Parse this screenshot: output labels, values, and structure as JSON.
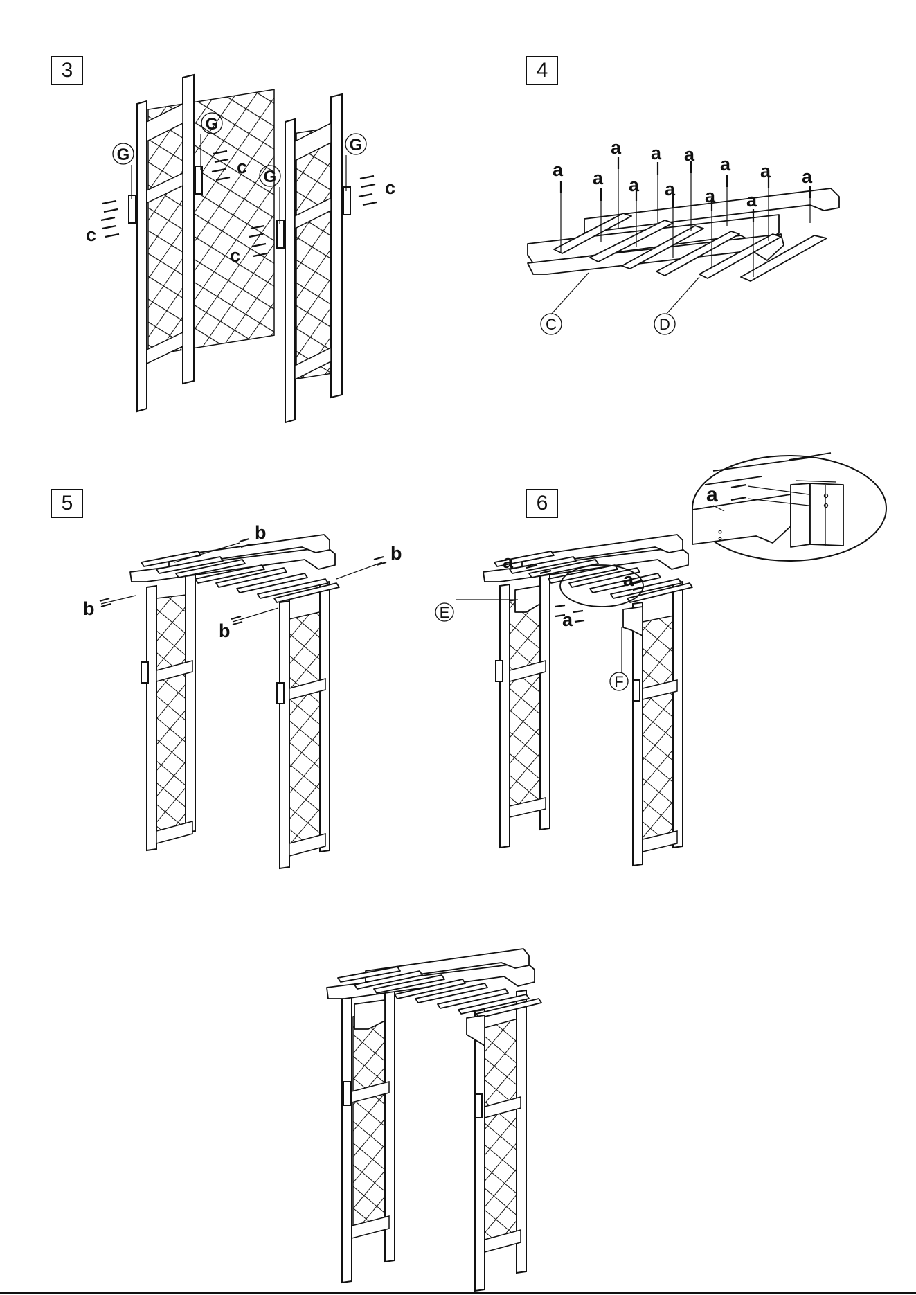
{
  "steps": [
    {
      "number": "3"
    },
    {
      "number": "4"
    },
    {
      "number": "5"
    },
    {
      "number": "6"
    }
  ],
  "labels": {
    "part_a": "a",
    "part_b": "b",
    "part_c": "c",
    "part_C": "C",
    "part_D": "D",
    "part_E": "E",
    "part_F": "F",
    "part_G": "G"
  }
}
